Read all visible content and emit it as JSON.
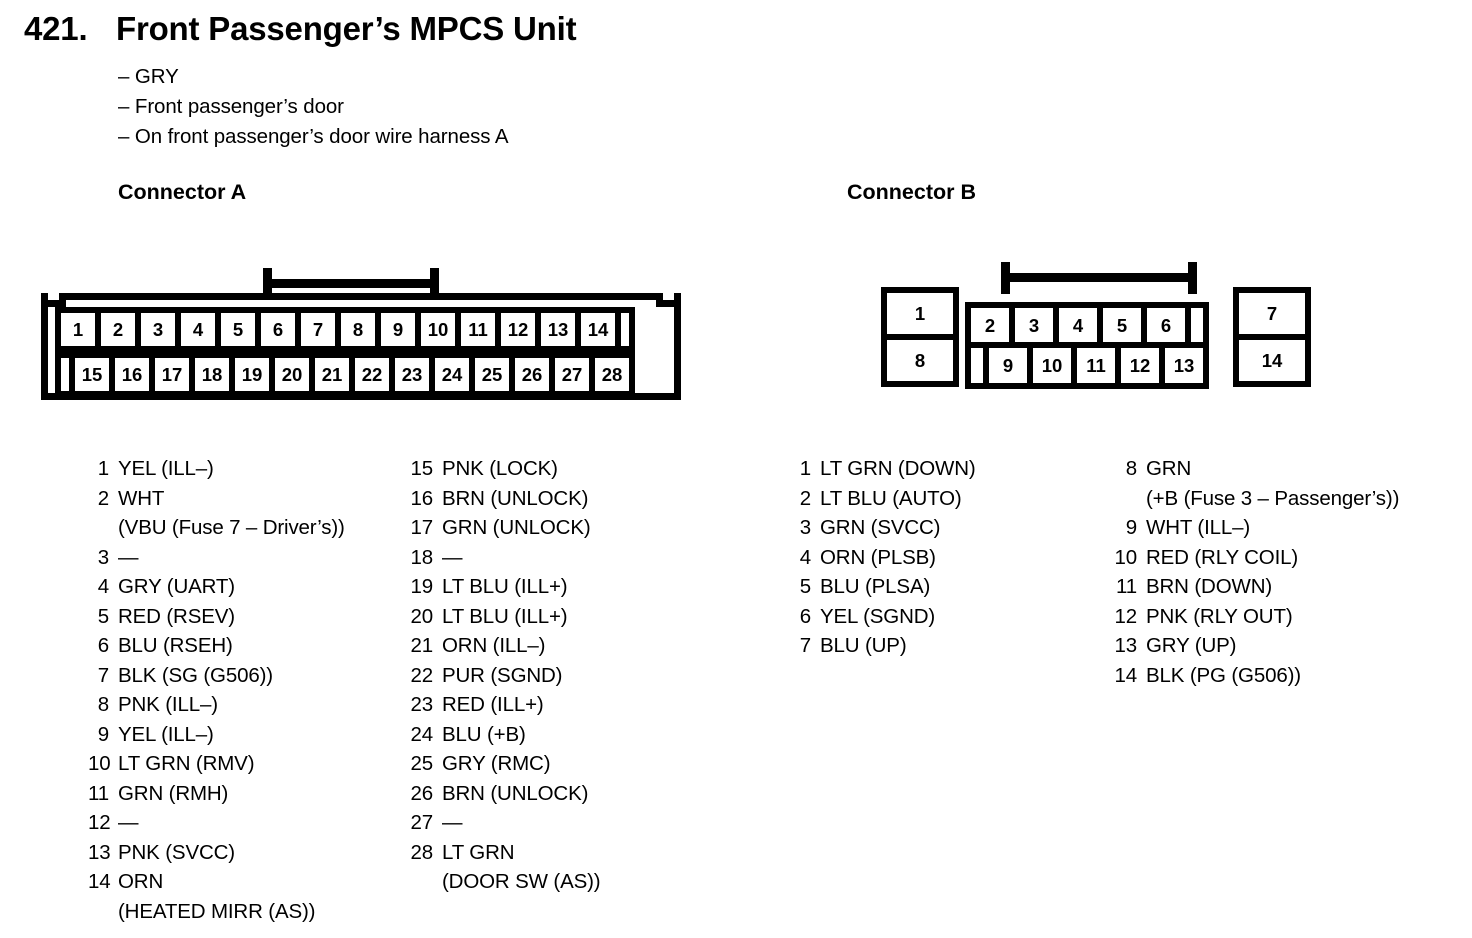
{
  "header": {
    "number": "421.",
    "title": "Front Passenger’s MPCS Unit",
    "subheads": [
      "– GRY",
      "– Front passenger’s door",
      "– On front passenger’s door wire harness A"
    ]
  },
  "connector_a": {
    "heading": "Connector A",
    "top_row": [
      "1",
      "2",
      "3",
      "4",
      "5",
      "6",
      "7",
      "8",
      "9",
      "10",
      "11",
      "12",
      "13",
      "14"
    ],
    "bottom_row": [
      "15",
      "16",
      "17",
      "18",
      "19",
      "20",
      "21",
      "22",
      "23",
      "24",
      "25",
      "26",
      "27",
      "28"
    ],
    "pins_col1": [
      {
        "num": "1",
        "label": "YEL (ILL–)"
      },
      {
        "num": "2",
        "label": "WHT",
        "cont": "(VBU (Fuse 7 – Driver’s))"
      },
      {
        "num": "3",
        "label": "—"
      },
      {
        "num": "4",
        "label": "GRY (UART)"
      },
      {
        "num": "5",
        "label": "RED (RSEV)"
      },
      {
        "num": "6",
        "label": "BLU (RSEH)"
      },
      {
        "num": "7",
        "label": "BLK (SG (G506))"
      },
      {
        "num": "8",
        "label": "PNK (ILL–)"
      },
      {
        "num": "9",
        "label": "YEL (ILL–)"
      },
      {
        "num": "10",
        "label": "LT GRN (RMV)"
      },
      {
        "num": "11",
        "label": "GRN (RMH)"
      },
      {
        "num": "12",
        "label": "—"
      },
      {
        "num": "13",
        "label": "PNK (SVCC)"
      },
      {
        "num": "14",
        "label": "ORN",
        "cont": "(HEATED MIRR (AS))"
      }
    ],
    "pins_col2": [
      {
        "num": "15",
        "label": "PNK (LOCK)"
      },
      {
        "num": "16",
        "label": "BRN (UNLOCK)"
      },
      {
        "num": "17",
        "label": "GRN (UNLOCK)"
      },
      {
        "num": "18",
        "label": "—"
      },
      {
        "num": "19",
        "label": "LT BLU (ILL+)"
      },
      {
        "num": "20",
        "label": "LT BLU (ILL+)"
      },
      {
        "num": "21",
        "label": "ORN (ILL–)"
      },
      {
        "num": "22",
        "label": "PUR (SGND)"
      },
      {
        "num": "23",
        "label": "RED (ILL+)"
      },
      {
        "num": "24",
        "label": "BLU (+B)"
      },
      {
        "num": "25",
        "label": "GRY (RMC)"
      },
      {
        "num": "26",
        "label": "BRN (UNLOCK)"
      },
      {
        "num": "27",
        "label": "—"
      },
      {
        "num": "28",
        "label": "LT GRN",
        "cont": "(DOOR SW (AS))"
      }
    ]
  },
  "connector_b": {
    "heading": "Connector B",
    "left_big_top": "1",
    "left_big_bottom": "8",
    "right_big_top": "7",
    "right_big_bottom": "14",
    "top_row": [
      "2",
      "3",
      "4",
      "5",
      "6"
    ],
    "bottom_row": [
      "9",
      "10",
      "11",
      "12",
      "13"
    ],
    "pins_col1": [
      {
        "num": "1",
        "label": "LT GRN (DOWN)"
      },
      {
        "num": "2",
        "label": "LT BLU (AUTO)"
      },
      {
        "num": "3",
        "label": "GRN (SVCC)"
      },
      {
        "num": "4",
        "label": "ORN (PLSB)"
      },
      {
        "num": "5",
        "label": "BLU (PLSA)"
      },
      {
        "num": "6",
        "label": "YEL (SGND)"
      },
      {
        "num": "7",
        "label": "BLU (UP)"
      }
    ],
    "pins_col2": [
      {
        "num": "8",
        "label": "GRN",
        "cont": "(+B (Fuse 3 – Passenger’s))"
      },
      {
        "num": "9",
        "label": "WHT (ILL–)"
      },
      {
        "num": "10",
        "label": "RED (RLY COIL)"
      },
      {
        "num": "11",
        "label": "BRN (DOWN)"
      },
      {
        "num": "12",
        "label": "PNK (RLY OUT)"
      },
      {
        "num": "13",
        "label": "GRY (UP)"
      },
      {
        "num": "14",
        "label": "BLK (PG (G506))"
      }
    ]
  }
}
